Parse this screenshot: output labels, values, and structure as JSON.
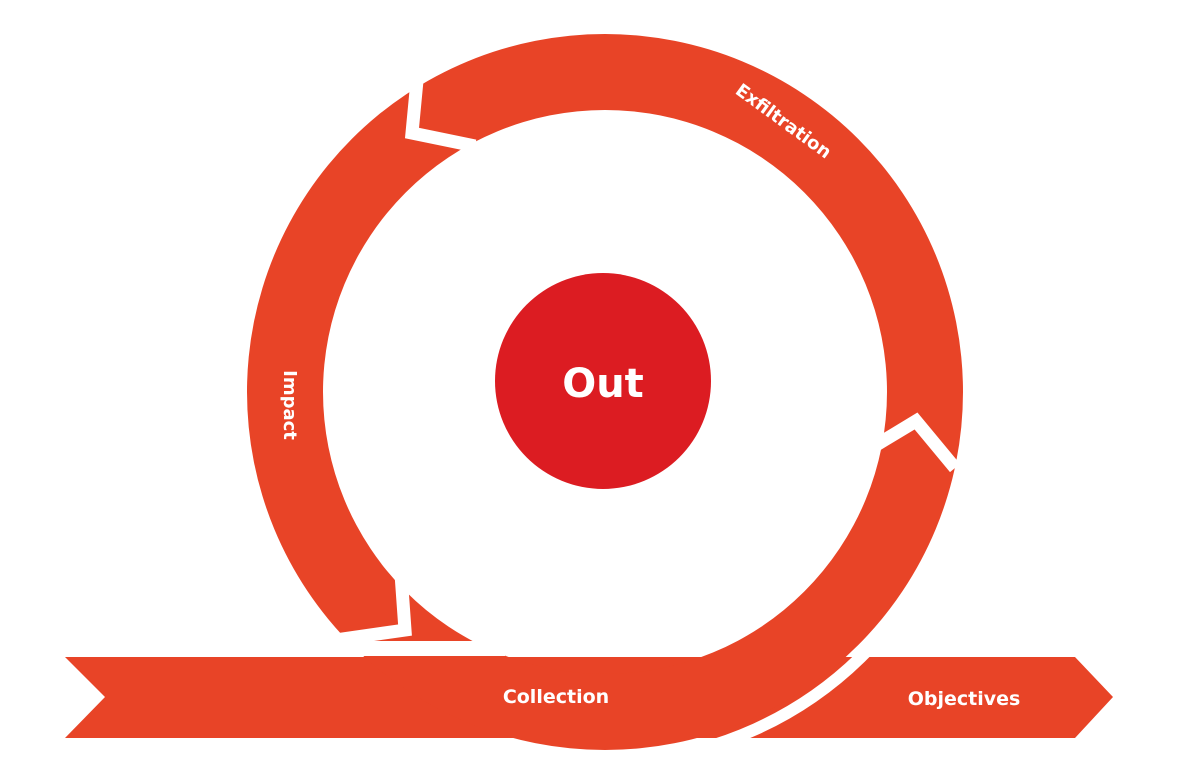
{
  "colors": {
    "ring": "#E84427",
    "center": "#DC1C22",
    "gap": "#FFFFFF"
  },
  "center_label": "Out",
  "stages": {
    "exfiltration": "Exfiltration",
    "impact": "Impact",
    "collection": "Collection",
    "objectives": "Objectives"
  }
}
